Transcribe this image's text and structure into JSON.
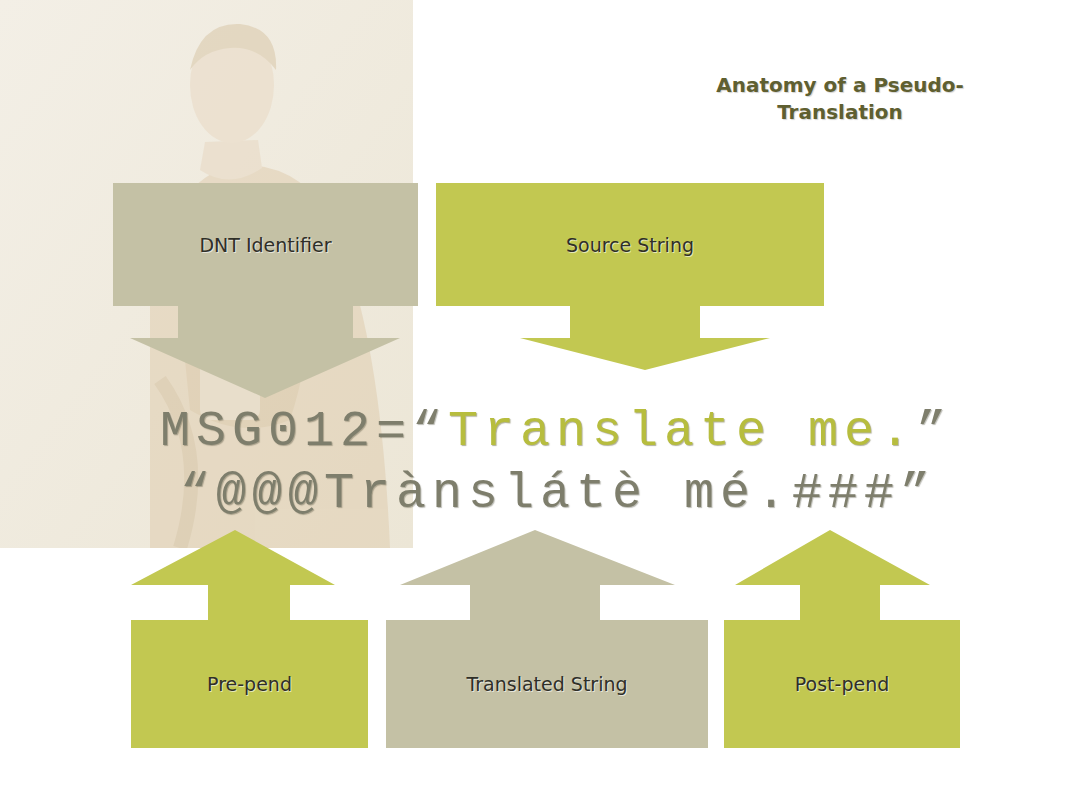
{
  "diagram": {
    "title": "Anatomy of a Pseudo-Translation",
    "nodes": [
      {
        "text": [
          "DNT Identifier"
        ]
      },
      {
        "text": [
          "Source String"
        ]
      },
      {
        "text": [
          "Pre-pend"
        ]
      },
      {
        "text": [
          "Translated String"
        ]
      },
      {
        "text": [
          "Post-pend"
        ]
      }
    ],
    "labels": [
      "MSG012=“",
      "Translate me.",
      "”",
      "“@@@Trànslátè mé.###”"
    ]
  }
}
